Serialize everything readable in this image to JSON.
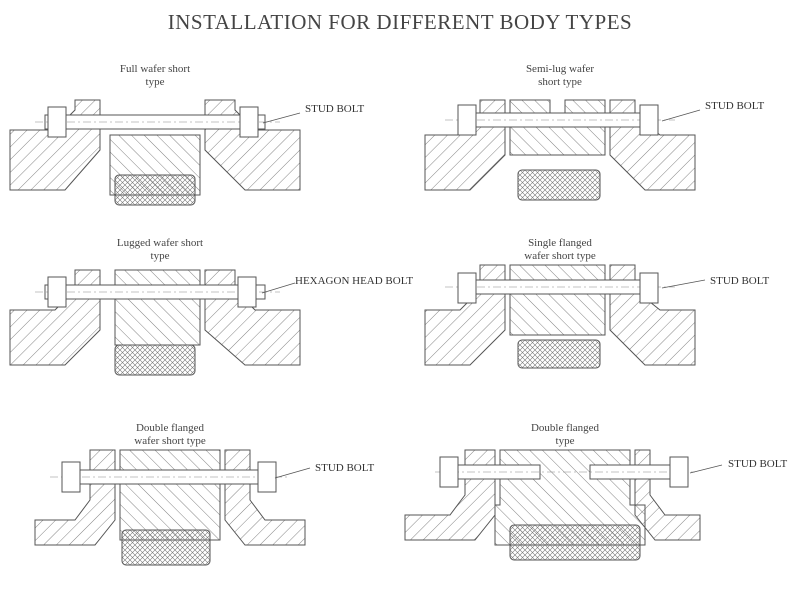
{
  "title": "INSTALLATION FOR DIFFERENT BODY TYPES",
  "panels": [
    {
      "caption": [
        "Full wafer short",
        "type"
      ],
      "callout": "STUD BOLT"
    },
    {
      "caption": [
        "Semi-lug wafer",
        "short type"
      ],
      "callout": "STUD BOLT"
    },
    {
      "caption": [
        "Lugged wafer short",
        "type"
      ],
      "callout": "HEXAGON HEAD BOLT"
    },
    {
      "caption": [
        "Single flanged",
        "wafer short type"
      ],
      "callout": "STUD BOLT"
    },
    {
      "caption": [
        "Double flanged",
        "wafer short type"
      ],
      "callout": "STUD BOLT"
    },
    {
      "caption": [
        "Double flanged",
        "type"
      ],
      "callout": "STUD BOLT"
    }
  ]
}
